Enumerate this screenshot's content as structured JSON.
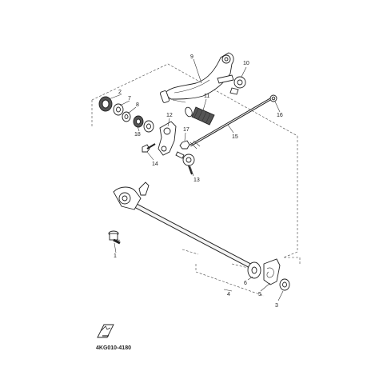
{
  "callouts": {
    "c1": "1",
    "c2": "2",
    "c3": "3",
    "c4": "4",
    "c5": "5",
    "c6": "6",
    "c7": "7",
    "c8": "8",
    "c9": "9",
    "c10": "10",
    "c11": "11",
    "c12": "12",
    "c13": "13",
    "c14": "14",
    "c15": "15",
    "c16": "16",
    "c17": "17",
    "c18": "18"
  },
  "diagram_code": "4KG010-4180",
  "colors": {
    "ink": "#222222",
    "background": "#ffffff",
    "fill": "#e8e8e8"
  },
  "icons": {
    "front_indicator": "fwd-arrow-icon"
  }
}
